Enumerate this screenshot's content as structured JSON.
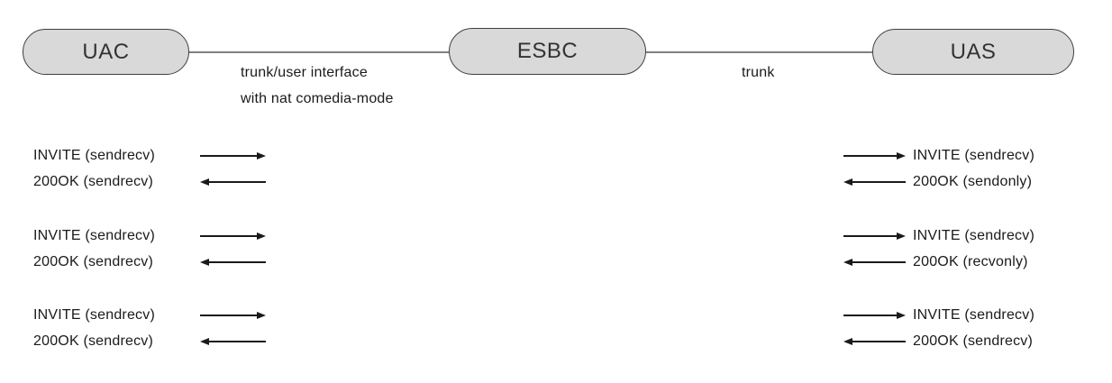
{
  "diagram_type": "sip-call-flow",
  "nodes": {
    "uac": {
      "label": "UAC"
    },
    "esbc": {
      "label": "ESBC"
    },
    "uas": {
      "label": "UAS"
    }
  },
  "links": {
    "uac_esbc": {
      "label_line1": "trunk/user interface",
      "label_line2": "with nat comedia-mode"
    },
    "esbc_uas": {
      "label": "trunk"
    }
  },
  "messages": {
    "left": [
      {
        "text": "INVITE (sendrecv)",
        "direction": "right"
      },
      {
        "text": "200OK (sendrecv)",
        "direction": "left"
      },
      {
        "text": "INVITE (sendrecv)",
        "direction": "right"
      },
      {
        "text": "200OK (sendrecv)",
        "direction": "left"
      },
      {
        "text": "INVITE (sendrecv)",
        "direction": "right"
      },
      {
        "text": "200OK (sendrecv)",
        "direction": "left"
      }
    ],
    "right": [
      {
        "text": "INVITE (sendrecv)",
        "direction": "right"
      },
      {
        "text": "200OK (sendonly)",
        "direction": "left"
      },
      {
        "text": "INVITE (sendrecv)",
        "direction": "right"
      },
      {
        "text": "200OK (recvonly)",
        "direction": "left"
      },
      {
        "text": "INVITE (sendrecv)",
        "direction": "right"
      },
      {
        "text": "200OK (sendrecv)",
        "direction": "left"
      }
    ]
  },
  "colors": {
    "node_fill": "#d9d9d9",
    "node_border": "#3f3f3f",
    "link_line": "#808080",
    "arrow": "#1a1a1a",
    "text": "#1a1a1a"
  }
}
